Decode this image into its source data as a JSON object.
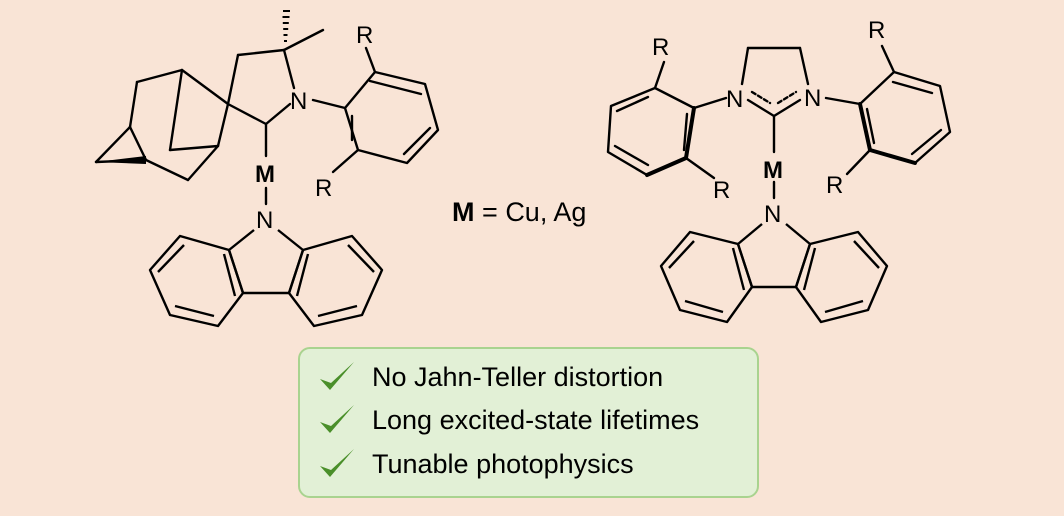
{
  "structures": {
    "left": {
      "substituent_top": "R",
      "substituent_bottom": "R",
      "pyrrolidine_nitrogen": "N",
      "metal": "M",
      "carbazole_nitrogen": "N"
    },
    "right": {
      "substituent_top_left": "R",
      "substituent_top_right": "R",
      "substituent_bottom_left": "R",
      "substituent_bottom_right": "R",
      "nitrogen_left": "N",
      "nitrogen_right": "N",
      "metal": "M",
      "carbazole_nitrogen": "N"
    }
  },
  "formula": {
    "symbol": "M",
    "equals": "=",
    "values": "Cu, Ag"
  },
  "features": {
    "icon": "check-icon",
    "check_color": "#4a8f2a",
    "items": [
      "No Jahn-Teller distortion",
      "Long excited-state lifetimes",
      "Tunable photophysics"
    ]
  },
  "colors": {
    "background": "#f9e4d6",
    "box_fill": "#e2f0d6",
    "box_border": "#a9d38f"
  }
}
